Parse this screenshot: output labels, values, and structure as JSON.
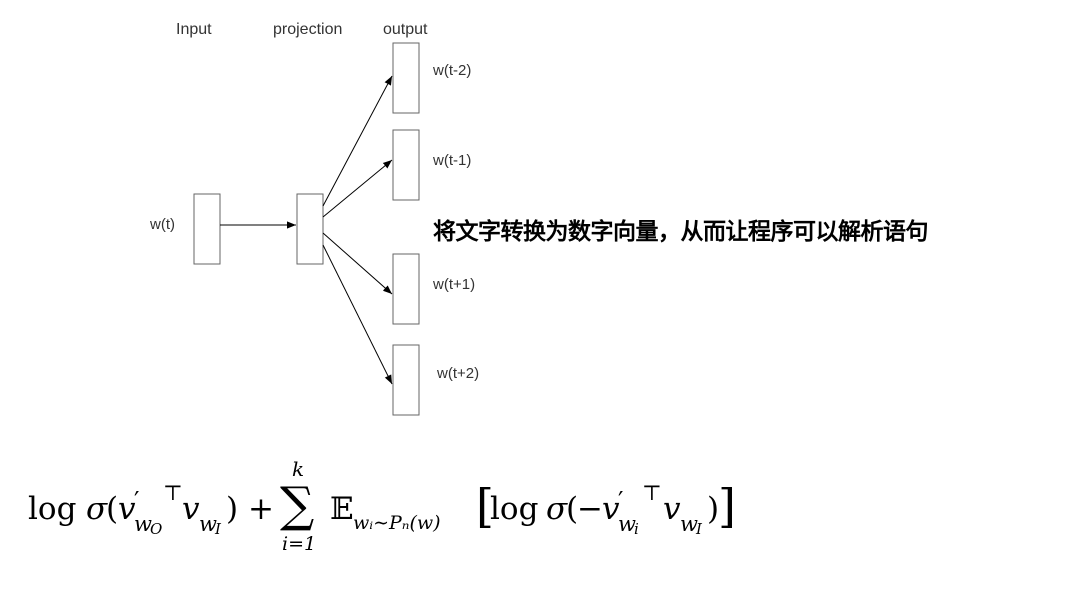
{
  "diagram": {
    "column_headers": {
      "input": "Input",
      "projection": "projection",
      "output": "output"
    },
    "input_word": "w(t)",
    "output_words": [
      "w(t-2)",
      "w(t-1)",
      "w(t+1)",
      "w(t+2)"
    ]
  },
  "caption": "将文字转换为数字向量，从而让程序可以解析语句",
  "formula": {
    "log1": "log",
    "sigma1": "σ",
    "lparen1": "(",
    "v1": "v",
    "prime1": "′",
    "sub_wO_w": "w",
    "sub_wO_O": "O",
    "top1": "⊤",
    "v2": "v",
    "sub_wI_w": "w",
    "sub_wI_I": "I",
    "rparen1": ")",
    "plus": "+",
    "sum": "∑",
    "sum_upper": "k",
    "sum_lower": "i=1",
    "E": "𝔼",
    "E_sub": "wᵢ∼Pₙ(w)",
    "lbracket": "[",
    "log2": "log",
    "sigma2": "σ",
    "lparen2": "(",
    "minus": "−",
    "v3": "v",
    "prime2": "′",
    "sub_wi_w": "w",
    "sub_wi_i": "i",
    "top2": "⊤",
    "v4": "v",
    "sub_wI2_w": "w",
    "sub_wI2_I": "I",
    "rparen2": ")",
    "rbracket": "]"
  }
}
